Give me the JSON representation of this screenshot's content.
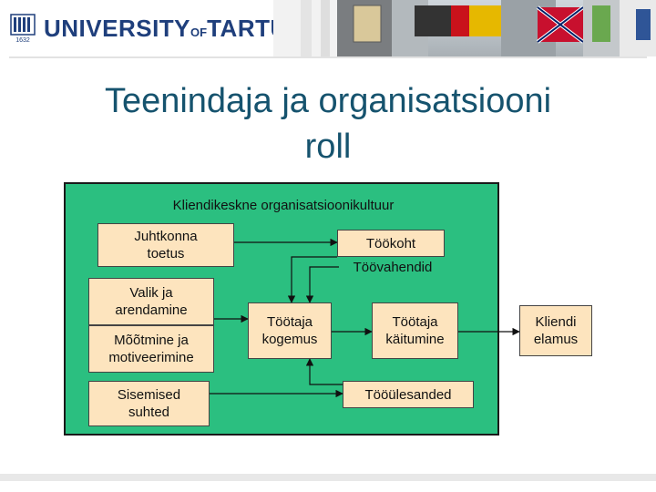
{
  "header": {
    "university_prefix": "UNIVERSITY",
    "university_of": "OF",
    "university_name": "TARTU",
    "logo_year": "1632"
  },
  "slide": {
    "title_line1": "Teenindaja ja organisatsiooni",
    "title_line2": "roll"
  },
  "diagram": {
    "panel_title": "Kliendikeskne organisatsioonikultuur",
    "left_boxes": {
      "juhtkonna": "Juhtkonna\ntoetus",
      "valik": "Valik ja\narendamine",
      "mootmine": "Mõõtmine ja\nmotiveerimine",
      "sisemised": "Sisemised\nsuhted"
    },
    "tookoht": "Töökoht",
    "toovahendid": "Töövahendid",
    "tootaja_kogemus": "Töötaja\nkogemus",
    "tootaja_kaitumine": "Töötaja\nkäitumine",
    "tooulesanded": "Tööülesanded",
    "kliendi_elamus": "Kliendi\nelamus"
  },
  "colors": {
    "panel_green": "#2bbf80",
    "box_fill": "#fde4be",
    "title_color": "#16536e",
    "brand_blue": "#1f3f7c"
  }
}
